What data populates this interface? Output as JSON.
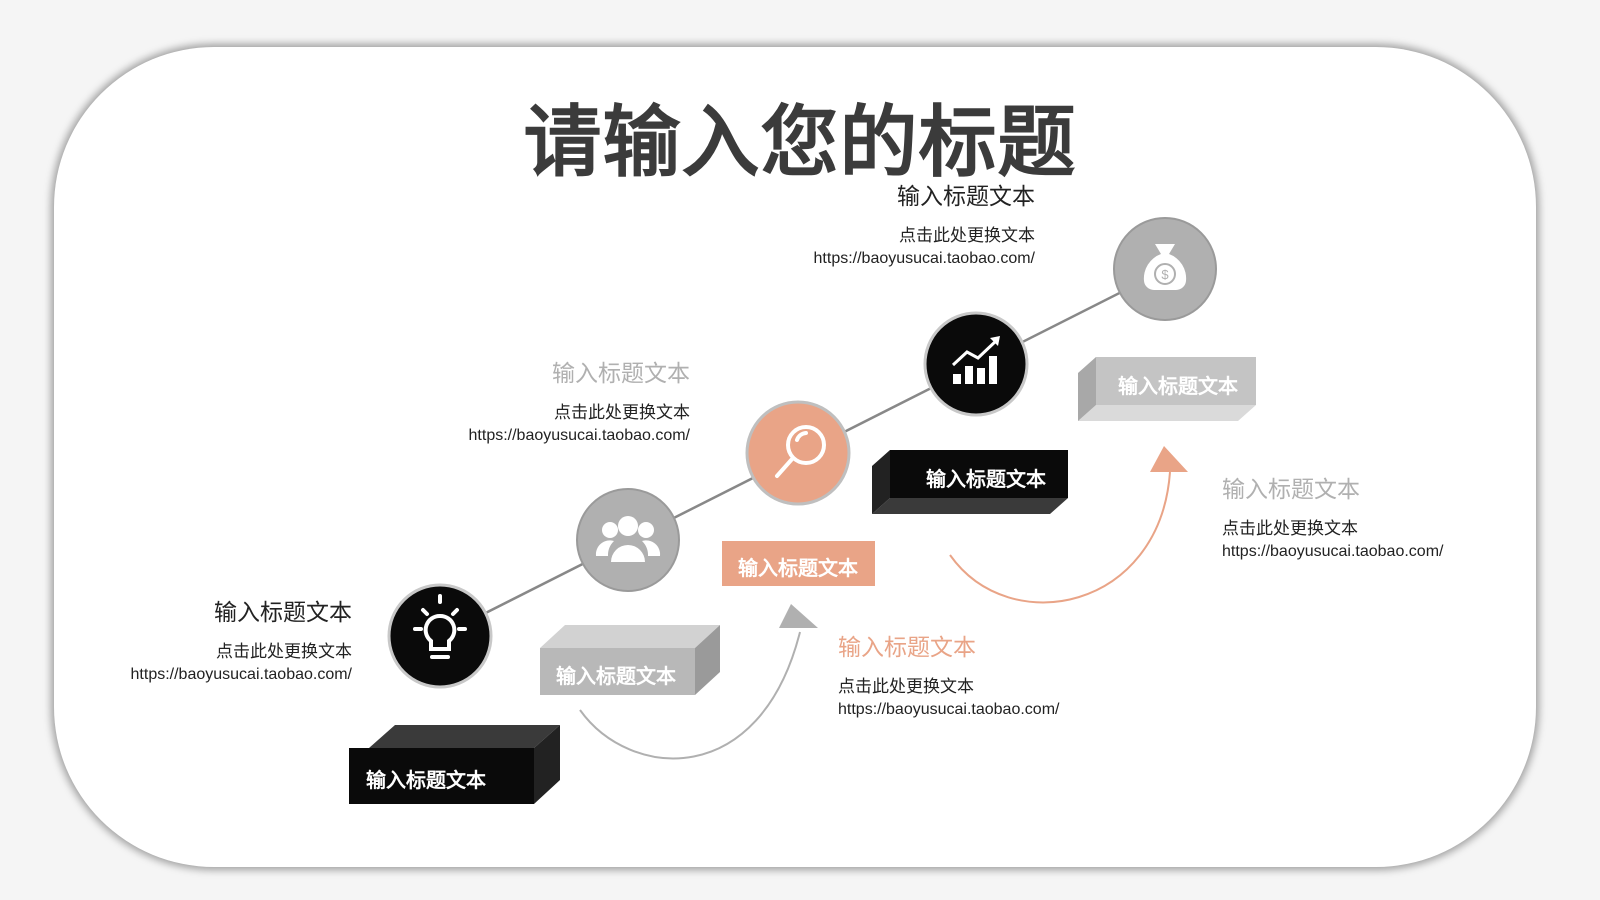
{
  "title": "请输入您的标题",
  "colors": {
    "black": "#0a0a0a",
    "gray": "#b0b0b0",
    "peach": "#e9a487",
    "line": "#888888"
  },
  "steps": [
    {
      "icon": "lightbulb-icon",
      "label": "输入标题文本",
      "heading": "输入标题文本",
      "desc": "点击此处更换文本",
      "url": "https://baoyusucai.taobao.com/"
    },
    {
      "icon": "people-icon",
      "label": "输入标题文本",
      "heading": "输入标题文本",
      "desc": "点击此处更换文本",
      "url": "https://baoyusucai.taobao.com/"
    },
    {
      "icon": "magnifier-icon",
      "label": "输入标题文本",
      "heading": "输入标题文本",
      "desc": "点击此处更换文本",
      "url": "https://baoyusucai.taobao.com/"
    },
    {
      "icon": "growth-chart-icon",
      "label": "输入标题文本",
      "heading": "输入标题文本",
      "desc": "点击此处更换文本",
      "url": "https://baoyusucai.taobao.com/"
    },
    {
      "icon": "money-bag-icon",
      "label": "输入标题文本",
      "heading": "输入标题文本",
      "desc": "点击此处更换文本",
      "url": "https://baoyusucai.taobao.com/"
    }
  ]
}
